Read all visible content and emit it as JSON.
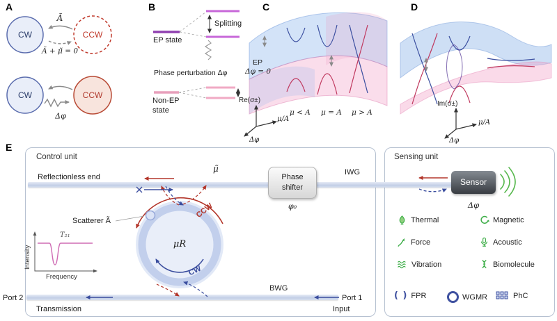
{
  "panelA": {
    "label": "A",
    "cw1": "CW",
    "ccw1": "CCW",
    "coupling_a": "Ã",
    "coupling_eq": "Ã + μ̃ = 0",
    "cw2": "CW",
    "ccw2": "CCW",
    "dphi": "Δφ"
  },
  "panelB": {
    "label": "B",
    "ep_state": "EP state",
    "splitting": "Splitting",
    "perturbation": "Phase perturbation Δφ",
    "non_ep_state": "Non-EP state"
  },
  "panelC": {
    "label": "C",
    "ep": "EP",
    "ep_cond": "Δφ = 0",
    "z_axis": "Re(σ±)",
    "x_axis": "μ/A",
    "y_axis": "Δφ",
    "r1": "μ < A",
    "r2": "μ = A",
    "r3": "μ > A"
  },
  "panelD": {
    "label": "D",
    "z_axis": "Im(σ±)",
    "x_axis": "μ/A",
    "y_axis": "Δφ"
  },
  "panelE": {
    "label": "E",
    "control_unit": "Control unit",
    "sensing_unit": "Sensing unit",
    "reflectionless": "Reflectionless end",
    "mu": "μ̃",
    "scatterer": "Scatterer Ã",
    "ring_label": "μR",
    "ccw": "CCW",
    "cw": "CW",
    "inset": {
      "t21": "T₂₁",
      "ylabel": "Intensity",
      "xlabel": "Frequency"
    },
    "phase_line1": "Phase",
    "phase_line2": "shifter",
    "phi0": "φ₀",
    "iwg": "IWG",
    "bwg": "BWG",
    "sensor": "Sensor",
    "dphi": "Δφ",
    "port2": "Port 2",
    "transmission": "Transmission",
    "port1": "Port 1",
    "input": "Input",
    "legend": [
      {
        "icon": "thermal-icon",
        "label": "Thermal"
      },
      {
        "icon": "magnetic-icon",
        "label": "Magnetic"
      },
      {
        "icon": "force-icon",
        "label": "Force"
      },
      {
        "icon": "acoustic-icon",
        "label": "Acoustic"
      },
      {
        "icon": "vibration-icon",
        "label": "Vibration"
      },
      {
        "icon": "biomolecule-icon",
        "label": "Biomolecule"
      }
    ],
    "devices": [
      {
        "icon": "fpr-icon",
        "glyph": "( )",
        "label": "FPR"
      },
      {
        "icon": "wgmr-icon",
        "label": "WGMR"
      },
      {
        "icon": "phc-icon",
        "label": "PhC"
      }
    ]
  },
  "colors": {
    "accent_blue": "#3a4d9e",
    "accent_red": "#b3362b",
    "accent_green": "#3fae49",
    "sheet_blue": "#82afeb",
    "sheet_pink": "#f29ec6",
    "purple": "#9040b0",
    "magenta": "#c767d8"
  }
}
